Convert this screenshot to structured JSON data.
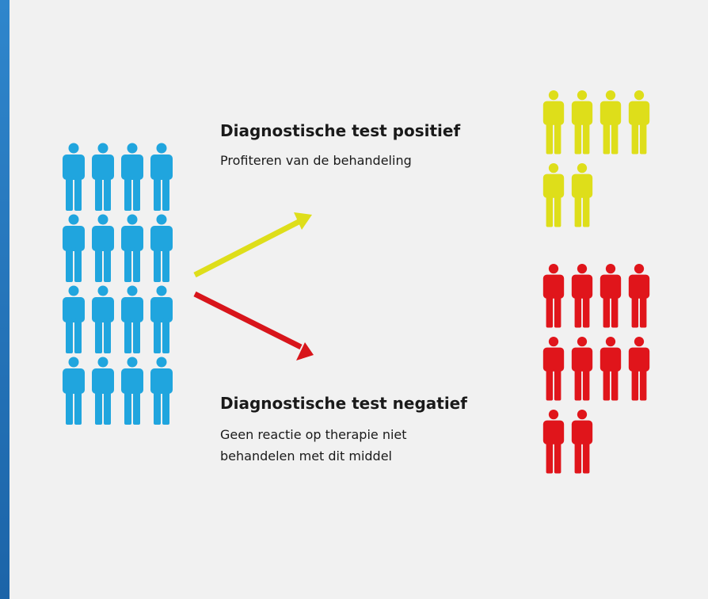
{
  "colors": {
    "total": "#20a5de",
    "positive": "#dede1a",
    "negative": "#e0151b",
    "arrow_positive": "#dede1a",
    "arrow_negative": "#d8151b"
  },
  "icon": "person-icon",
  "groups": {
    "total": {
      "count": 16
    },
    "positive": {
      "count": 6
    },
    "negative": {
      "count": 10
    }
  },
  "labels": {
    "positive_title": "Diagnostische test positief",
    "positive_subtitle": "Profiteren van de behandeling",
    "negative_title": "Diagnostische test negatief",
    "negative_subtitle_line1": "Geen reactie op therapie niet",
    "negative_subtitle_line2": "behandelen met dit middel"
  }
}
